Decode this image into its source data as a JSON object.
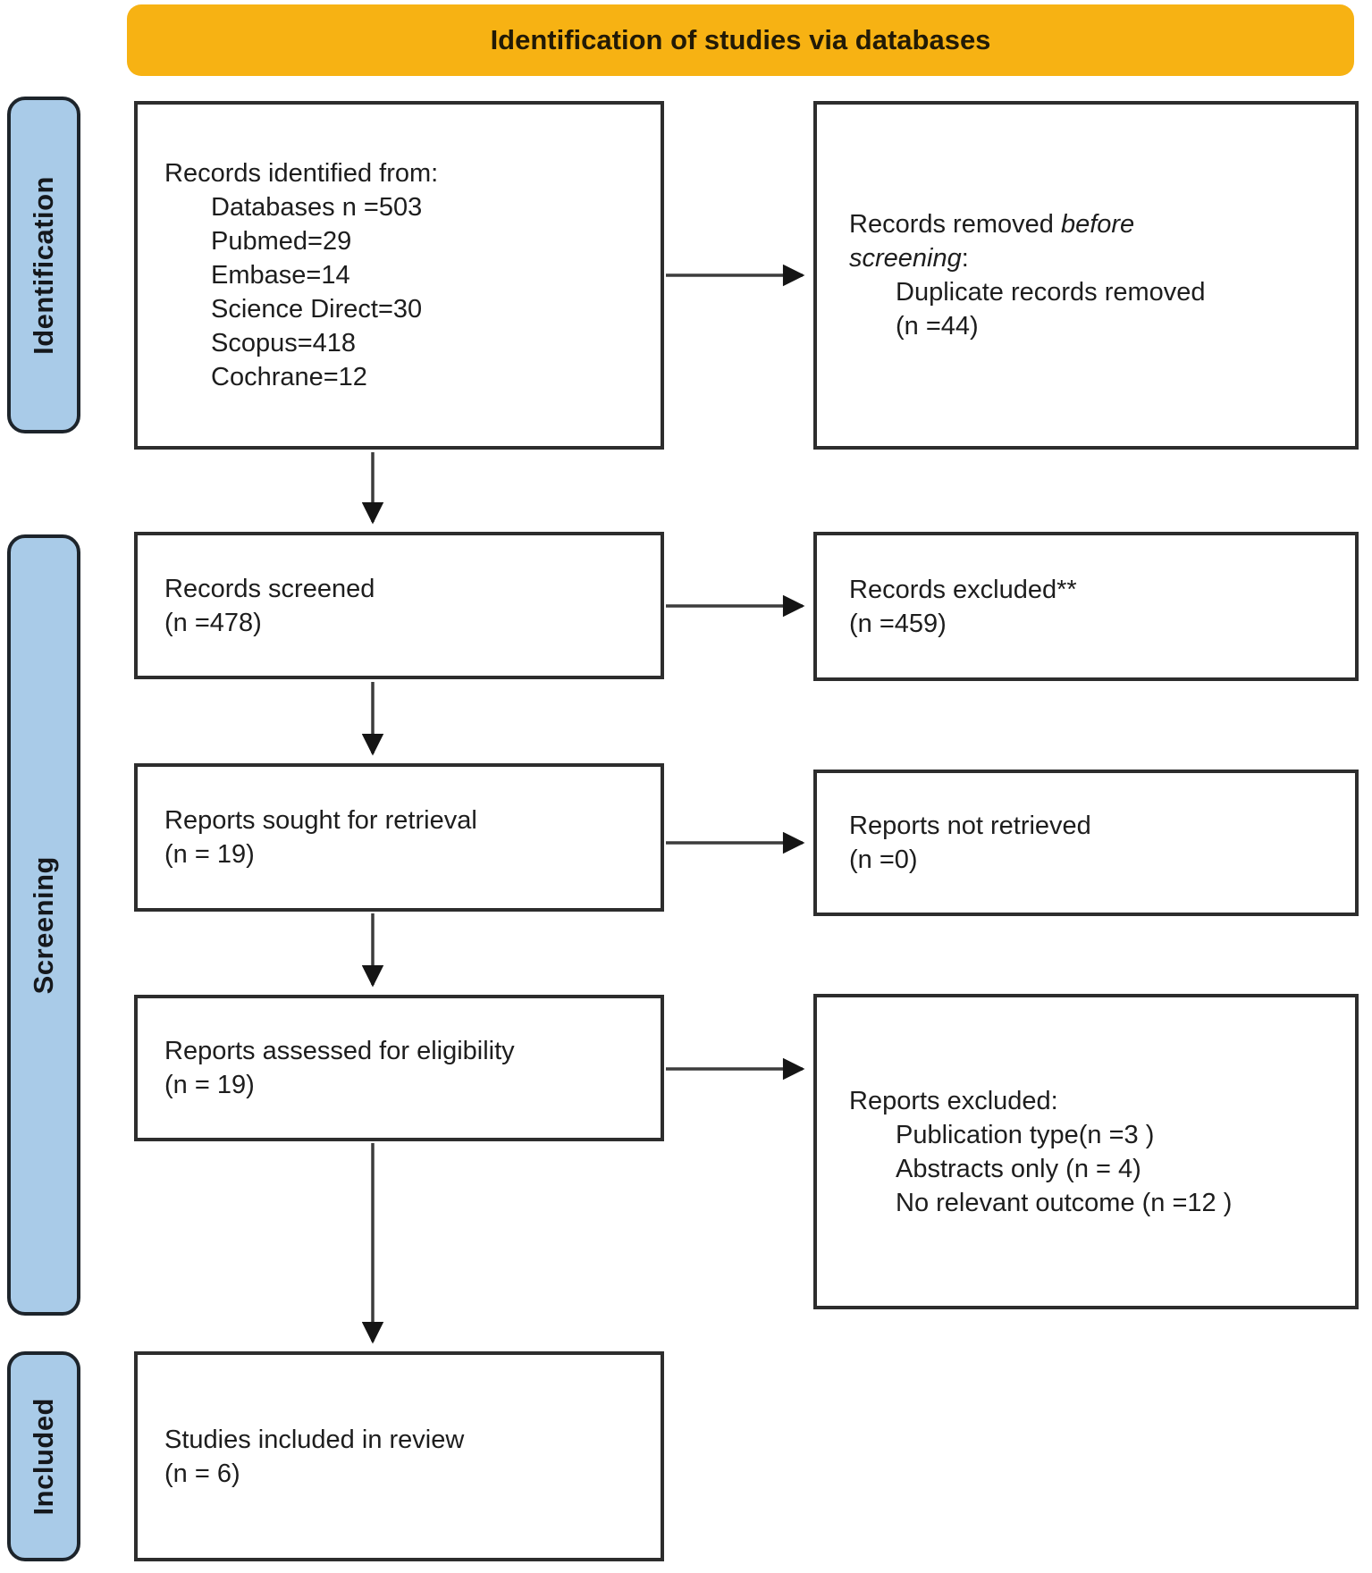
{
  "banner": {
    "title": "Identification of studies via databases",
    "bg_color": "#F7B213"
  },
  "stages": {
    "identification": "Identification",
    "screening": "Screening",
    "included": "Included",
    "bg_color": "#A9CBE8"
  },
  "boxes": {
    "records_identified": {
      "title": "Records identified from:",
      "items": [
        "Databases n =503",
        "Pubmed=29",
        "Embase=14",
        "Science Direct=30",
        "Scopus=418",
        "Cochrane=12"
      ]
    },
    "records_removed": {
      "line1_normal": "Records removed ",
      "line1_italic": "before",
      "line2_italic": "screening",
      "line2_normal": ":",
      "items": [
        "Duplicate records removed",
        "(n =44)"
      ]
    },
    "records_screened": {
      "title": "Records screened",
      "count": "(n =478)"
    },
    "records_excluded": {
      "title": "Records excluded**",
      "count": "(n =459)"
    },
    "reports_sought": {
      "title": "Reports sought for retrieval",
      "count": "(n = 19)"
    },
    "reports_not_retrieved": {
      "title": "Reports not retrieved",
      "count": "(n =0)"
    },
    "reports_assessed": {
      "title": "Reports assessed for eligibility",
      "count": "(n = 19)"
    },
    "reports_excluded": {
      "title": "Reports excluded:",
      "items": [
        "Publication type(n =3 )",
        "Abstracts only (n = 4)",
        "No relevant outcome (n =12 )"
      ]
    },
    "studies_included": {
      "title": "Studies included in review",
      "count": "(n = 6)"
    }
  }
}
